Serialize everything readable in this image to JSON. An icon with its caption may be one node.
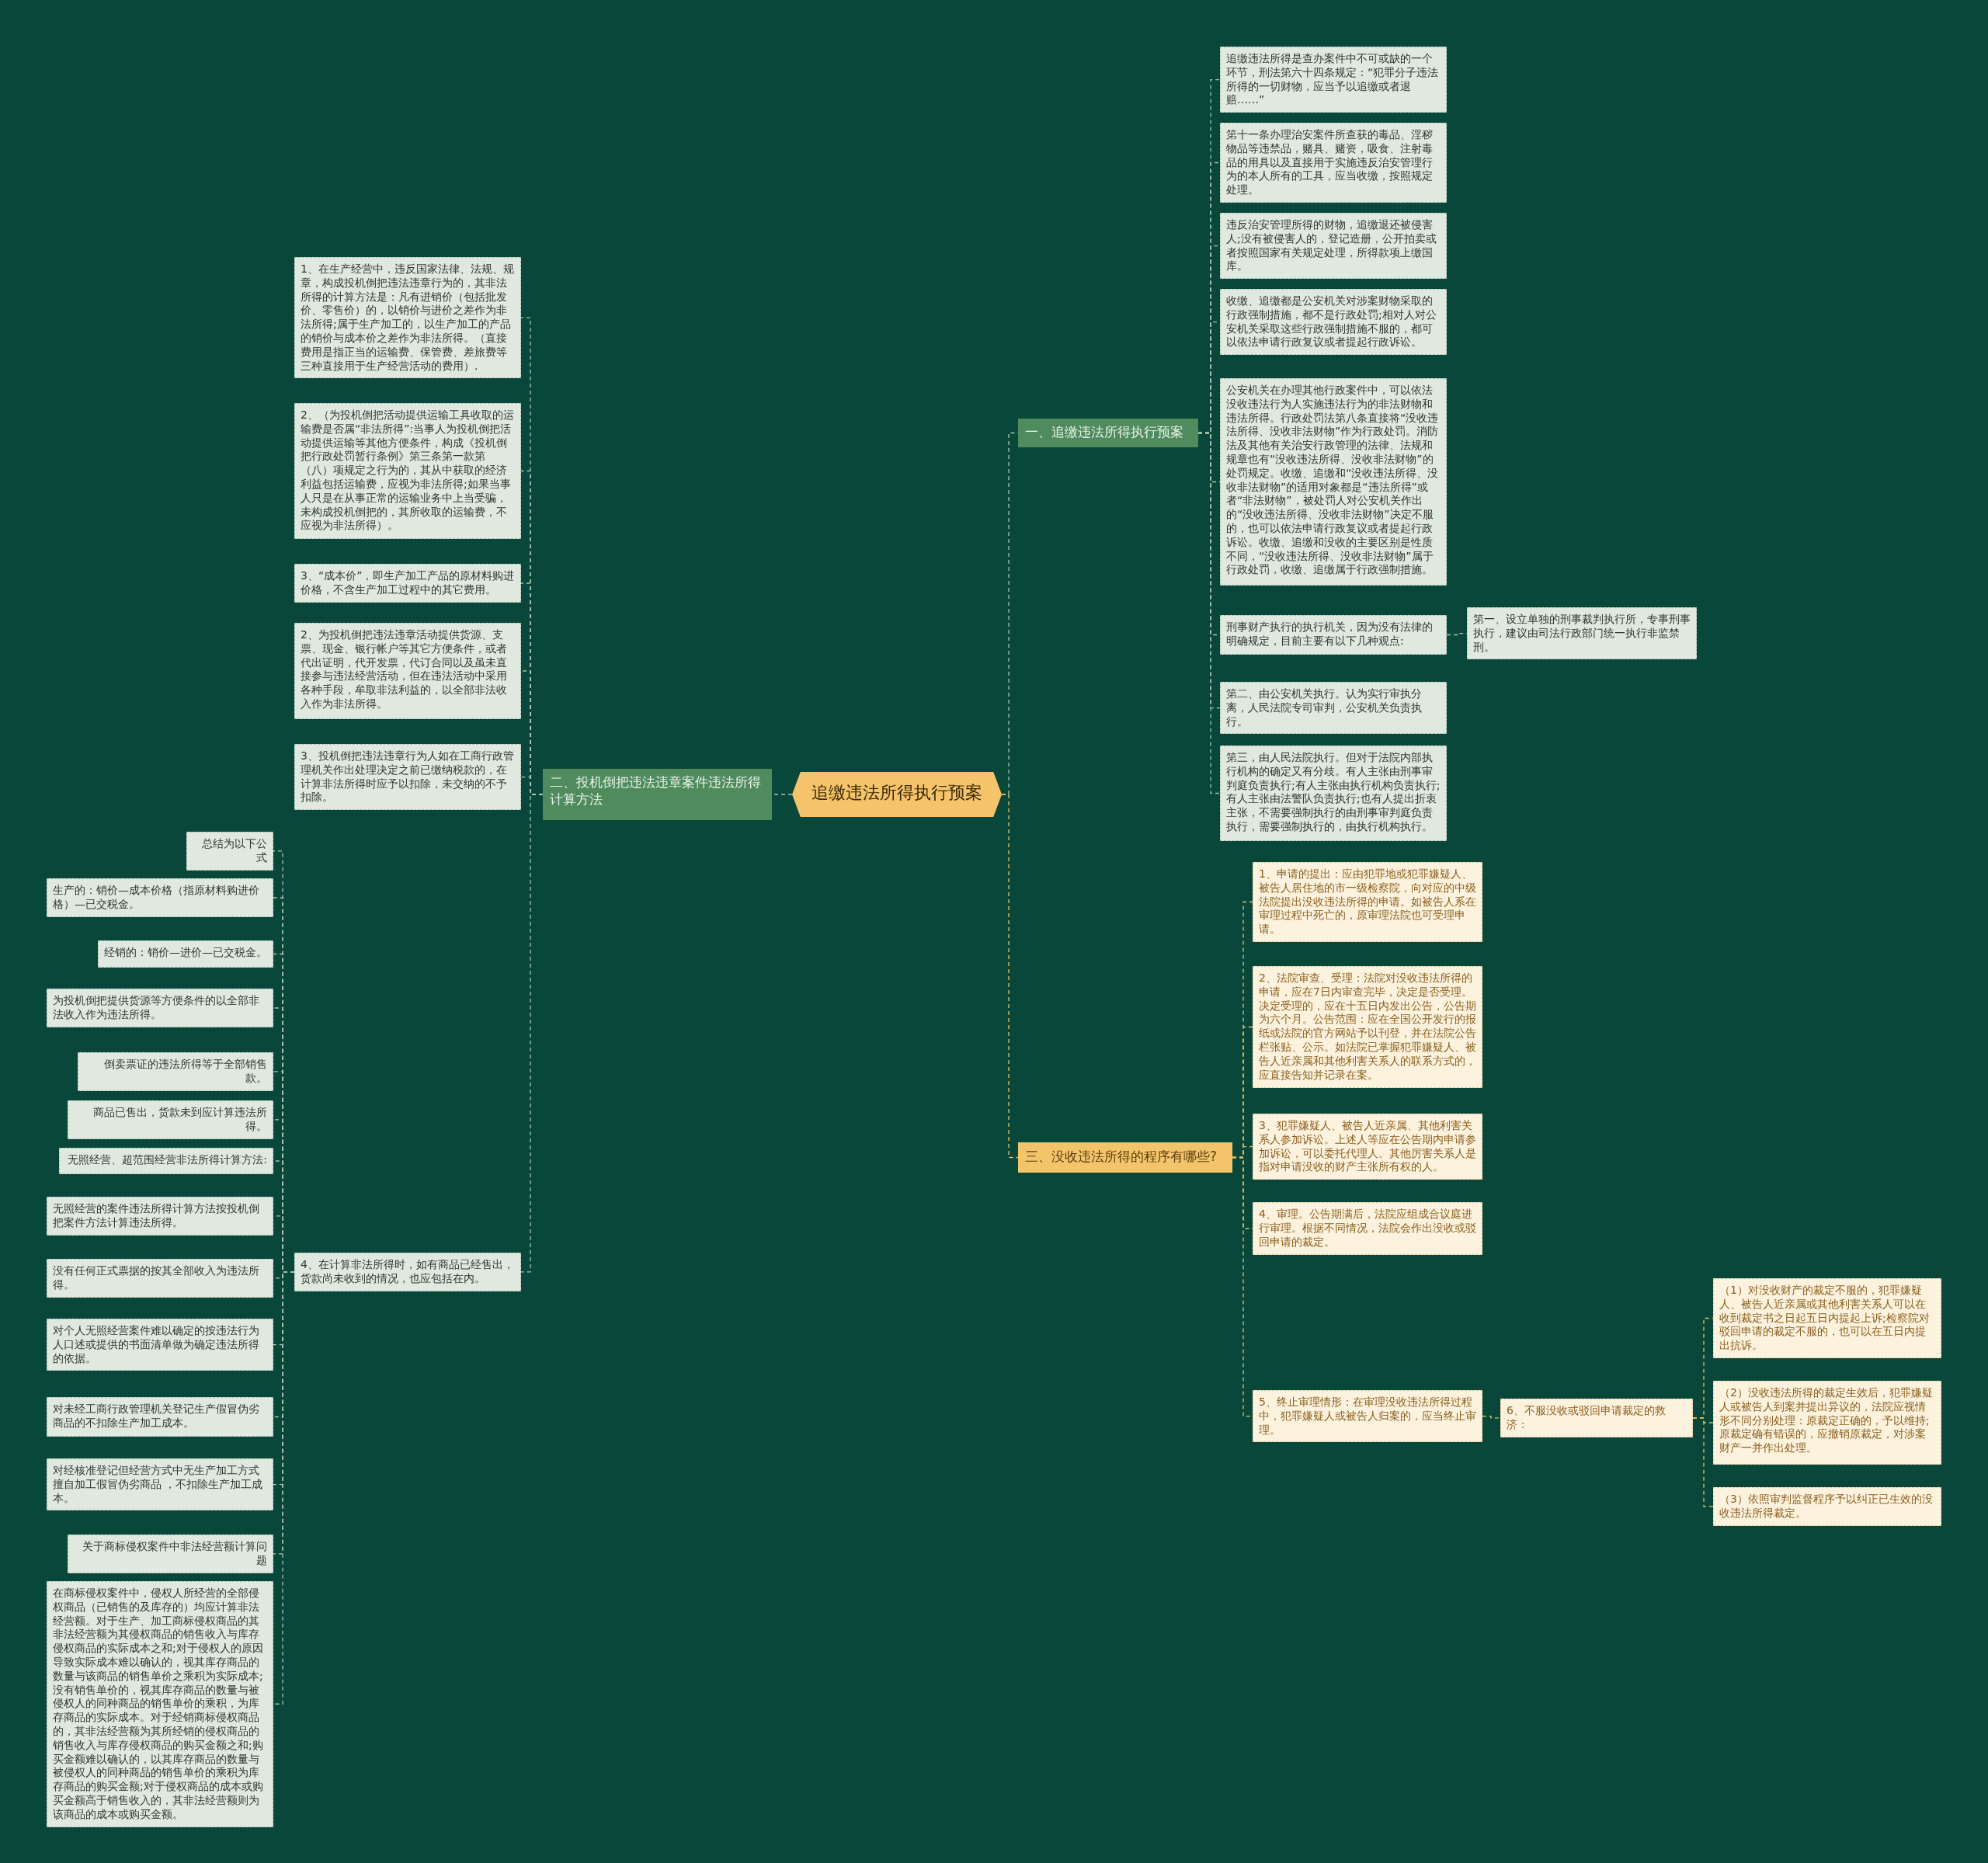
{
  "diagram": {
    "nodes": [
      {
        "text": [
          "追缴违法所得执行预案"
        ]
      },
      {
        "text": [
          "一、追缴违法所得执行预案"
        ]
      },
      {
        "text": [
          "追缴违法所得是查办案件中不可或缺的一个环节，刑法第六十四条规定：“犯罪分子违法所得的一切财物，应当予以追缴或者退赔……”"
        ]
      },
      {
        "text": [
          "第十一条办理治安案件所查获的毒品、淫秽物品等违禁品，赌具、赌资，吸食、注射毒品的用具以及直接用于实施违反治安管理行为的本人所有的工具，应当收缴，按照规定处理。"
        ]
      },
      {
        "text": [
          "违反治安管理所得的财物，追缴退还被侵害人;没有被侵害人的，登记造册，公开拍卖或者按照国家有关规定处理，所得款项上缴国库。"
        ]
      },
      {
        "text": [
          "收缴、追缴都是公安机关对涉案财物采取的行政强制措施，都不是行政处罚;相对人对公安机关采取这些行政强制措施不服的，都可以依法申请行政复议或者提起行政诉讼。"
        ]
      },
      {
        "text": [
          "公安机关在办理其他行政案件中，可以依法没收违法行为人实施违法行为的非法财物和违法所得。行政处罚法第八条直接将“没收违法所得、没收非法财物”作为行政处罚。消防法及其他有关治安行政管理的法律、法规和规章也有“没收违法所得、没收非法财物”的处罚规定。收缴、追缴和“没收违法所得、没收非法财物”的适用对象都是“违法所得”或者“非法财物”，被处罚人对公安机关作出的“没收违法所得、没收非法财物”决定不服的，也可以依法申请行政复议或者提起行政诉讼。收缴、追缴和没收的主要区别是性质不同，“没收违法所得、没收非法财物”属于行政处罚，收缴、追缴属于行政强制措施。"
        ]
      },
      {
        "text": [
          "刑事财产执行的执行机关，因为没有法律的明确规定，目前主要有以下几种观点:"
        ]
      },
      {
        "text": [
          "第一、设立单独的刑事裁判执行所，专事刑事执行，建议由司法行政部门统一执行非监禁刑。"
        ]
      },
      {
        "text": [
          "第二、由公安机关执行。认为实行审执分离，人民法院专司审判，公安机关负责执行。"
        ]
      },
      {
        "text": [
          "第三，由人民法院执行。但对于法院内部执行机构的确定又有分歧。有人主张由刑事审判庭负责执行;有人主张由执行机构负责执行;有人主张由法警队负责执行;也有人提出折衷主张，不需要强制执行的由刑事审判庭负责执行，需要强制执行的，由执行机构执行。"
        ]
      },
      {
        "text": [
          "三、没收违法所得的程序有哪些?"
        ]
      },
      {
        "text": [
          "1、申请的提出：应由犯罪地或犯罪嫌疑人、被告人居住地的市一级检察院，向对应的中级法院提出没收违法所得的申请。如被告人系在审理过程中死亡的，原审理法院也可受理申请。"
        ]
      },
      {
        "text": [
          "2、法院审查、受理：法院对没收违法所得的申请，应在7日内审查完毕，决定是否受理。决定受理的，应在十五日内发出公告，公告期为六个月。公告范围：应在全国公开发行的报纸或法院的官方网站予以刊登，并在法院公告栏张贴、公示。如法院已掌握犯罪嫌疑人、被告人近亲属和其他利害关系人的联系方式的，应直接告知并记录在案。"
        ]
      },
      {
        "text": [
          "3、犯罪嫌疑人、被告人近亲属、其他利害关系人参加诉讼。上述人等应在公告期内申请参加诉讼，可以委托代理人。其他厉害关系人是指对申请没收的财产主张所有权的人。"
        ]
      },
      {
        "text": [
          "4、审理。公告期满后，法院应组成合议庭进行审理。根据不同情况，法院会作出没收或驳回申请的裁定。"
        ]
      },
      {
        "text": [
          "5、终止审理情形：在审理没收违法所得过程中，犯罪嫌疑人或被告人归案的，应当终止审理。"
        ]
      },
      {
        "text": [
          "6、不服没收或驳回申请裁定的救济："
        ]
      },
      {
        "text": [
          "（1）对没收财产的裁定不服的，犯罪嫌疑人、被告人近亲属或其他利害关系人可以在收到裁定书之日起五日内提起上诉;检察院对驳回申请的裁定不服的，也可以在五日内提出抗诉。"
        ]
      },
      {
        "text": [
          "（2）没收违法所得的裁定生效后，犯罪嫌疑人或被告人到案并提出异议的，法院应视情形不同分别处理：原裁定正确的，予以维持;原裁定确有错误的，应撤销原裁定，对涉案财产一并作出处理。"
        ]
      },
      {
        "text": [
          "（3）依照审判监督程序予以纠正已生效的没收违法所得裁定。"
        ]
      },
      {
        "text": [
          "二、投机倒把违法违章案件违法所得计算方法"
        ]
      },
      {
        "text": [
          "1、在生产经营中，违反国家法律、法规、规章，构成投机倒把违法违章行为的，其非法所得的计算方法是：凡有进销价（包括批发价、零售价）的，以销价与进价之差作为非法所得;属于生产加工的，以生产加工的产品的销价与成本价之差作为非法所得。（直接费用是指正当的运输费、保管费、差旅费等三种直接用于生产经营活动的费用）."
        ]
      },
      {
        "text": [
          "2、（为投机倒把活动提供运输工具收取的运输费是否属“非法所得”:当事人为投机倒把活动提供运输等其他方便条件，构成《投机倒把行政处罚暂行条例》第三条第一款第（八）项规定之行为的，其从中获取的经济利益包括运输费，应视为非法所得;如果当事人只是在从事正常的运输业务中上当受骗，未构成投机倒把的，其所收取的运输费，不应视为非法所得）。"
        ]
      },
      {
        "text": [
          "3、“成本价”，即生产加工产品的原材料购进价格，不含生产加工过程中的其它费用。"
        ]
      },
      {
        "text": [
          "2、为投机倒把违法违章活动提供货源、支票、现金、银行帐户等其它方便条件，或者代出证明，代开发票，代订合同以及虽未直接参与违法经营活动，但在违法活动中采用各种手段，牟取非法利益的，以全部非法收入作为非法所得。"
        ]
      },
      {
        "text": [
          "3、投机倒把违法违章行为人如在工商行政管理机关作出处理决定之前已缴纳税款的，在计算非法所得时应予以扣除，未交纳的不予扣除。"
        ]
      },
      {
        "text": [
          "4、在计算非法所得时，如有商品已经售出，货款尚未收到的情况，也应包括在内。"
        ]
      },
      {
        "text": [
          "总结为以下公式"
        ]
      },
      {
        "text": [
          "生产的：销价—成本价格（指原材料购进价格）—已交税金。"
        ]
      },
      {
        "text": [
          "经销的：销价—进价—已交税金。"
        ]
      },
      {
        "text": [
          "为投机倒把提供货源等方便条件的以全部非法收入作为违法所得。"
        ]
      },
      {
        "text": [
          "倒卖票证的违法所得等于全部销售款。"
        ]
      },
      {
        "text": [
          "商品已售出，货款未到应计算违法所得。"
        ]
      },
      {
        "text": [
          "无照经营、超范围经营非法所得计算方法:"
        ]
      },
      {
        "text": [
          "无照经营的案件违法所得计算方法按投机倒把案件方法计算违法所得。"
        ]
      },
      {
        "text": [
          "没有任何正式票据的按其全部收入为违法所得。"
        ]
      },
      {
        "text": [
          "对个人无照经营案件难以确定的按违法行为人口述或提供的书面清单做为确定违法所得的依据。"
        ]
      },
      {
        "text": [
          "对未经工商行政管理机关登记生产假冒伪劣商品的不扣除生产加工成本。"
        ]
      },
      {
        "text": [
          "对经核准登记但经营方式中无生产加工方式擅自加工假冒伪劣商品 ，不扣除生产加工成本。"
        ]
      },
      {
        "text": [
          "关于商标侵权案件中非法经营额计算问题"
        ]
      },
      {
        "text": [
          "在商标侵权案件中，侵权人所经营的全部侵权商品（已销售的及库存的）均应计算非法经营额。对于生产、加工商标侵权商品的其非法经营额为其侵权商品的销售收入与库存侵权商品的实际成本之和;对于侵权人的原因导致实际成本难以确认的，视其库存商品的数量与该商品的销售单价之乘积为实际成本;没有销售单价的，视其库存商品的数量与被侵权人的同种商品的销售单价的乘积，为库存商品的实际成本。对于经销商标侵权商品的，其非法经营额为其所经销的侵权商品的销售收入与库存侵权商品的购买金额之和;购买金额难以确认的，以其库存商品的数量与被侵权人的同种商品的销售单价的乘积为库存商品的购买金额;对于侵权商品的成本或购买金额高于销售收入的，其非法经营额则为该商品的成本或购买金额。"
        ]
      }
    ],
    "edges": [
      {
        "from": 0,
        "to": 1,
        "arrow": "none",
        "style": "dashed"
      },
      {
        "from": 1,
        "to": 2,
        "arrow": "none",
        "style": "dashed"
      },
      {
        "from": 1,
        "to": 3,
        "arrow": "none",
        "style": "dashed"
      },
      {
        "from": 1,
        "to": 4,
        "arrow": "none",
        "style": "dashed"
      },
      {
        "from": 1,
        "to": 5,
        "arrow": "none",
        "style": "dashed"
      },
      {
        "from": 1,
        "to": 6,
        "arrow": "none",
        "style": "dashed"
      },
      {
        "from": 1,
        "to": 7,
        "arrow": "none",
        "style": "dashed"
      },
      {
        "from": 7,
        "to": 8,
        "arrow": "none",
        "style": "dashed"
      },
      {
        "from": 1,
        "to": 9,
        "arrow": "none",
        "style": "dashed"
      },
      {
        "from": 1,
        "to": 10,
        "arrow": "none",
        "style": "dashed"
      },
      {
        "from": 0,
        "to": 11,
        "arrow": "none",
        "style": "dashed",
        "color": "#e3c168"
      },
      {
        "from": 11,
        "to": 12,
        "arrow": "none",
        "style": "dashed",
        "color": "#e3c168"
      },
      {
        "from": 11,
        "to": 13,
        "arrow": "none",
        "style": "dashed",
        "color": "#e3c168"
      },
      {
        "from": 11,
        "to": 14,
        "arrow": "none",
        "style": "dashed",
        "color": "#e3c168"
      },
      {
        "from": 11,
        "to": 15,
        "arrow": "none",
        "style": "dashed",
        "color": "#e3c168"
      },
      {
        "from": 11,
        "to": 16,
        "arrow": "none",
        "style": "dashed",
        "color": "#e3c168"
      },
      {
        "from": 16,
        "to": 17,
        "arrow": "none",
        "style": "dashed",
        "color": "#e3c168"
      },
      {
        "from": 17,
        "to": 18,
        "arrow": "none",
        "style": "dashed",
        "color": "#e3c168"
      },
      {
        "from": 17,
        "to": 19,
        "arrow": "none",
        "style": "dashed",
        "color": "#e3c168"
      },
      {
        "from": 17,
        "to": 20,
        "arrow": "none",
        "style": "dashed",
        "color": "#e3c168"
      },
      {
        "from": 0,
        "to": 21,
        "arrow": "none",
        "style": "dashed"
      },
      {
        "from": 21,
        "to": 22,
        "arrow": "none",
        "style": "dashed"
      },
      {
        "from": 21,
        "to": 23,
        "arrow": "none",
        "style": "dashed"
      },
      {
        "from": 21,
        "to": 24,
        "arrow": "none",
        "style": "dashed"
      },
      {
        "from": 21,
        "to": 25,
        "arrow": "none",
        "style": "dashed"
      },
      {
        "from": 21,
        "to": 26,
        "arrow": "none",
        "style": "dashed"
      },
      {
        "from": 21,
        "to": 27,
        "arrow": "none",
        "style": "dashed"
      },
      {
        "from": 27,
        "to": 28,
        "arrow": "none",
        "style": "dashed"
      },
      {
        "from": 27,
        "to": 29,
        "arrow": "none",
        "style": "dashed"
      },
      {
        "from": 27,
        "to": 30,
        "arrow": "none",
        "style": "dashed"
      },
      {
        "from": 27,
        "to": 31,
        "arrow": "none",
        "style": "dashed"
      },
      {
        "from": 27,
        "to": 32,
        "arrow": "none",
        "style": "dashed"
      },
      {
        "from": 27,
        "to": 33,
        "arrow": "none",
        "style": "dashed"
      },
      {
        "from": 27,
        "to": 34,
        "arrow": "none",
        "style": "dashed"
      },
      {
        "from": 27,
        "to": 35,
        "arrow": "none",
        "style": "dashed"
      },
      {
        "from": 27,
        "to": 36,
        "arrow": "none",
        "style": "dashed"
      },
      {
        "from": 27,
        "to": 37,
        "arrow": "none",
        "style": "dashed"
      },
      {
        "from": 27,
        "to": 38,
        "arrow": "none",
        "style": "dashed"
      },
      {
        "from": 27,
        "to": 39,
        "arrow": "none",
        "style": "dashed"
      },
      {
        "from": 27,
        "to": 40,
        "arrow": "none",
        "style": "dashed"
      },
      {
        "from": 27,
        "to": 41,
        "arrow": "none",
        "style": "dashed"
      }
    ]
  }
}
